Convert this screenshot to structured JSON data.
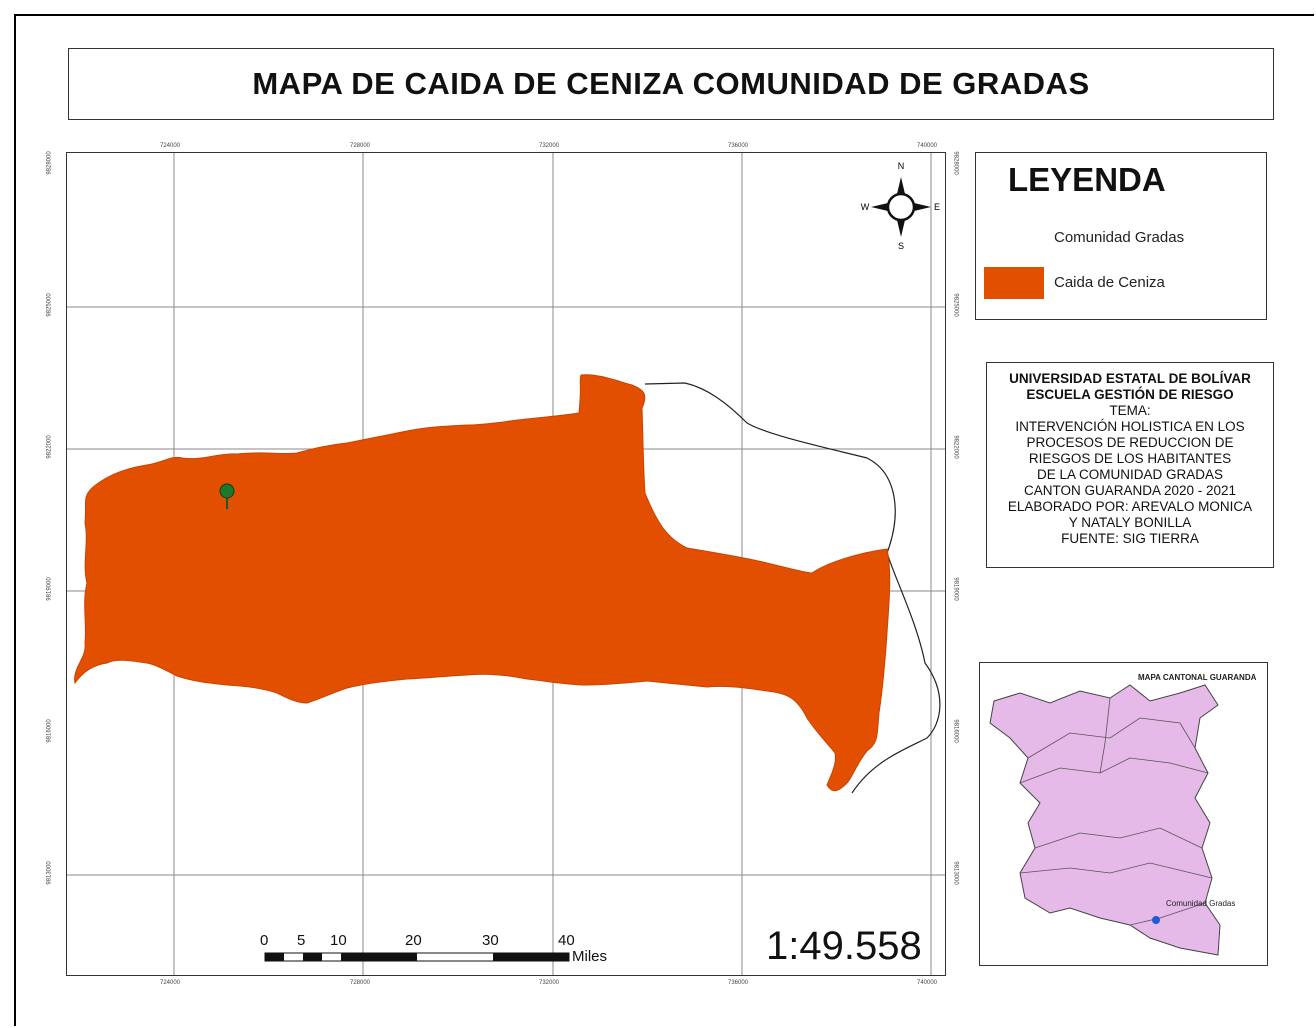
{
  "title": "MAPA DE CAIDA DE CENIZA COMUNIDAD DE GRADAS",
  "colors": {
    "ash_fall": "#e34f00",
    "inset_fill": "#e5b9e8",
    "point": "#1a7a2a",
    "community_dot": "#1f5bd6"
  },
  "legend": {
    "title": "LEYENDA",
    "items": [
      {
        "label": "Comunidad Gradas",
        "icon": "green-pin-icon"
      },
      {
        "label": "Caida de Ceniza",
        "icon": "orange-swatch"
      }
    ]
  },
  "info": {
    "university": "UNIVERSIDAD ESTATAL DE BOLÍVAR",
    "school": "ESCUELA GESTIÓN DE RIESGO",
    "lines": [
      "TEMA:",
      "INTERVENCIÓN HOLISTICA EN LOS",
      "PROCESOS DE REDUCCION DE",
      "RIESGOS DE LOS HABITANTES",
      "DE LA COMUNIDAD GRADAS",
      "CANTON GUARANDA 2020 - 2021",
      "ELABORADO POR: AREVALO MONICA",
      "Y NATALY BONILLA",
      "FUENTE: SIG TIERRA"
    ]
  },
  "inset": {
    "title": "MAPA CANTONAL GUARANDA",
    "label": "Comunidad Gradas"
  },
  "compass": {
    "n": "N",
    "s": "S",
    "e": "E",
    "w": "W"
  },
  "scale": {
    "ratio": "1:49.558",
    "ticks": [
      "0",
      "5",
      "10",
      "20",
      "30",
      "40"
    ],
    "unit": "Miles"
  },
  "grid": {
    "x_labels": [
      "724000",
      "728000",
      "732000",
      "736000",
      "740000"
    ],
    "y_labels": [
      "9828000",
      "9825000",
      "9822000",
      "9819000",
      "9816000",
      "9813000"
    ]
  }
}
